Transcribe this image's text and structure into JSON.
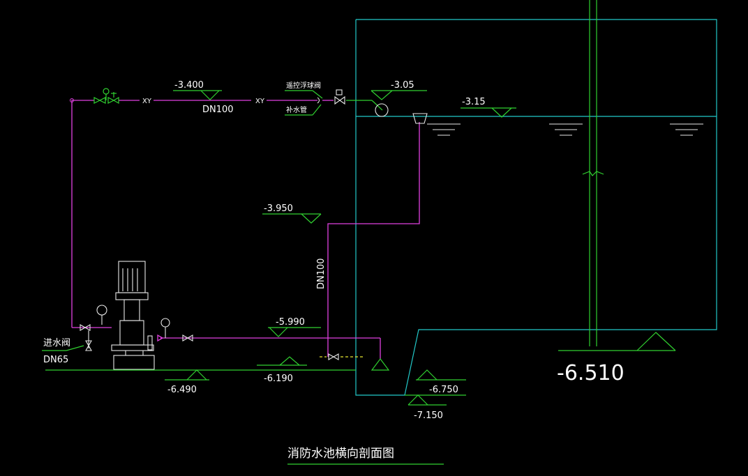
{
  "title": "消防水池横向剖面图",
  "elevations": {
    "e_3400": "-3.400",
    "e_305": "-3.05",
    "e_315": "-3.15",
    "e_3950": "-3.950",
    "e_5990": "-5.990",
    "e_6190": "-6.190",
    "e_6490": "-6.490",
    "e_6750": "-6.750",
    "e_7150": "-7.150",
    "e_6510": "-6.510"
  },
  "pipe_labels": {
    "dn100_top": "DN100",
    "dn100_vertical": "DN100",
    "dn65": "DN65",
    "xy_1": "XY",
    "xy_2": "XY"
  },
  "annotations": {
    "float_valve": "遥控浮球阀",
    "makeup_pipe": "补水管",
    "inlet_valve": "进水阀"
  },
  "colors": {
    "background": "#000000",
    "pipe": "#e040e0",
    "structure": "#22c9c9",
    "leader": "#30d030",
    "text": "#ffffff",
    "accent": "#e8e830"
  }
}
